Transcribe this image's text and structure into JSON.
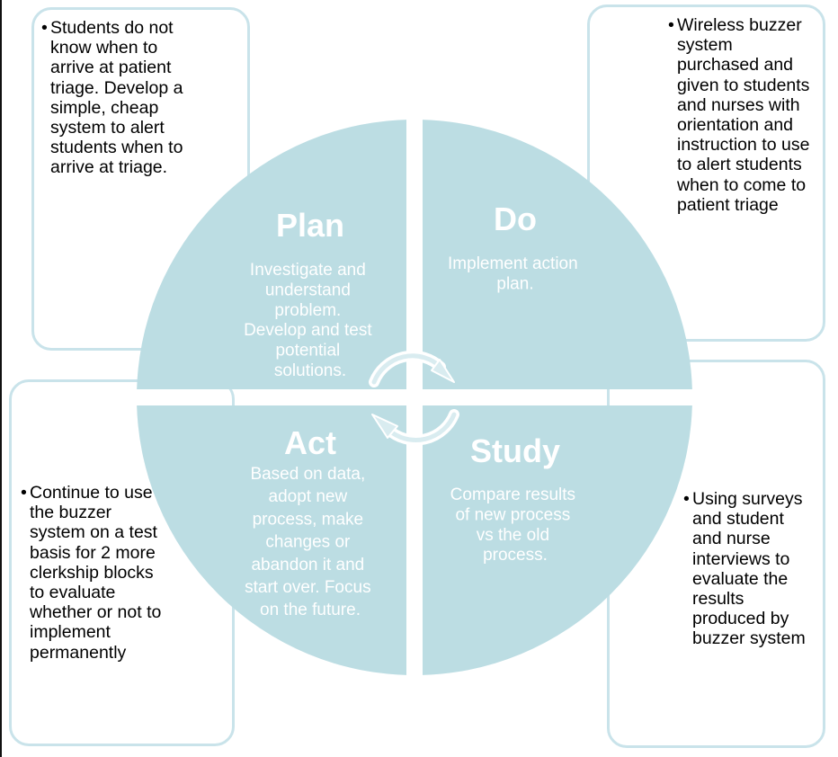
{
  "colors": {
    "quadrant": "#bcdde3",
    "box_border": "#c9e3ea",
    "quadrant_text": "#ffffff",
    "box_text": "#000000"
  },
  "quadrants": {
    "plan": {
      "title": "Plan",
      "lines": [
        "Investigate and",
        "understand",
        "problem.",
        "Develop and test",
        "potential",
        "solutions."
      ]
    },
    "do": {
      "title": "Do",
      "lines": [
        "Implement action",
        "plan."
      ]
    },
    "act": {
      "title": "Act",
      "lines": [
        "Based on data,",
        "adopt new",
        "process, make",
        "changes or",
        "abandon it and",
        "start over. Focus",
        "on the future."
      ]
    },
    "study": {
      "title": "Study",
      "lines": [
        "Compare results",
        "of new process",
        "vs the old",
        "process."
      ]
    }
  },
  "boxes": {
    "plan_note": {
      "bullet": "•",
      "text": "Students do not know when to arrive at patient triage. Develop a simple, cheap system to alert students when to arrive at triage."
    },
    "do_note": {
      "bullet": "•",
      "text": "Wireless buzzer system purchased and given to students and nurses with orientation and instruction to use to alert students when to come to patient triage"
    },
    "act_note": {
      "bullet": "•",
      "text": "Continue to use the buzzer system on a test basis for 2 more clerkship blocks to evaluate whether or not to implement permanently"
    },
    "study_note": {
      "bullet": "•",
      "text": "Using surveys and student and nurse interviews to evaluate the results produced by buzzer system"
    }
  },
  "icons": {
    "cycle": "circular-arrows-icon"
  }
}
